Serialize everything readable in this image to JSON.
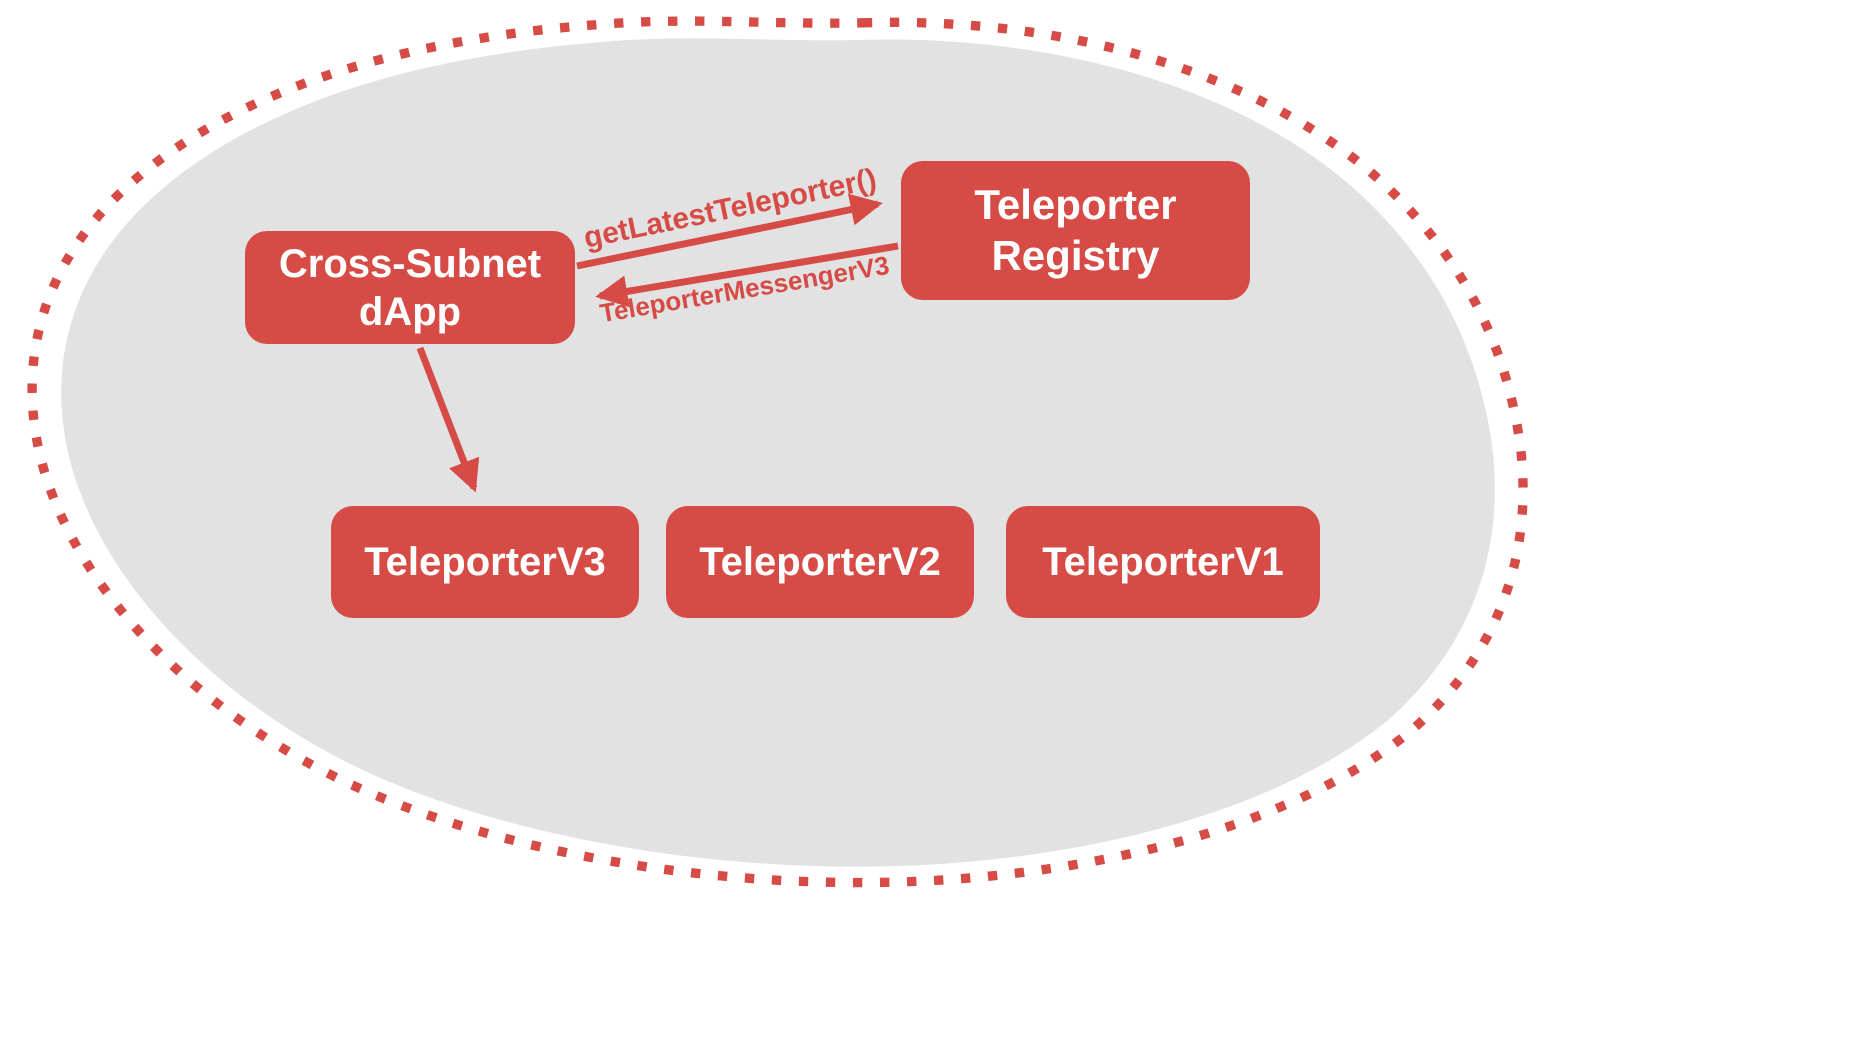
{
  "diagram": {
    "type": "architecture-diagram",
    "nodes": {
      "dapp": {
        "label": "Cross-Subnet dApp"
      },
      "registry": {
        "label": "Teleporter Registry"
      },
      "v3": {
        "label": "TeleporterV3"
      },
      "v2": {
        "label": "TeleporterV2"
      },
      "v1": {
        "label": "TeleporterV1"
      }
    },
    "edges": {
      "get_latest": {
        "label": "getLatestTeleporter()",
        "from": "dapp",
        "to": "registry"
      },
      "messenger": {
        "label": "TeleporterMessengerV3",
        "from": "registry",
        "to": "dapp"
      },
      "dapp_to_v3": {
        "label": "",
        "from": "dapp",
        "to": "v3"
      }
    },
    "colors": {
      "node_fill": "#D64B45",
      "node_text": "#FFFFFF",
      "arrow": "#D64B45",
      "edge_label_text": "#D64B45",
      "blob_fill": "#E2E2E2",
      "dotted_border": "#D64B45",
      "background": "#FFFFFF"
    }
  }
}
